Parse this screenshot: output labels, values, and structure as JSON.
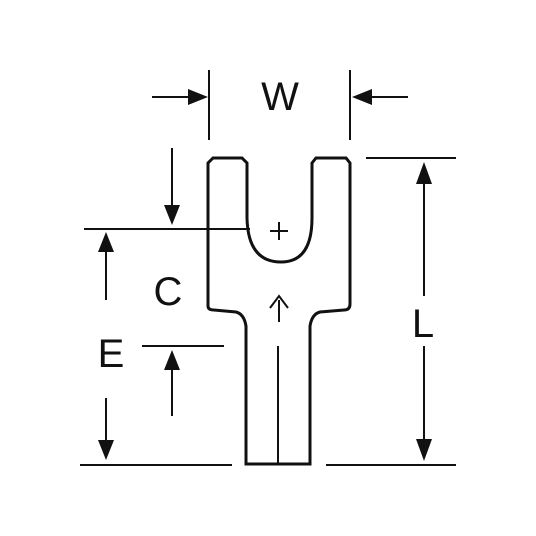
{
  "labels": {
    "width": "W",
    "center": "C",
    "length": "L",
    "extension": "E"
  },
  "colors": {
    "ink": "#111111",
    "background": "#ffffff"
  }
}
